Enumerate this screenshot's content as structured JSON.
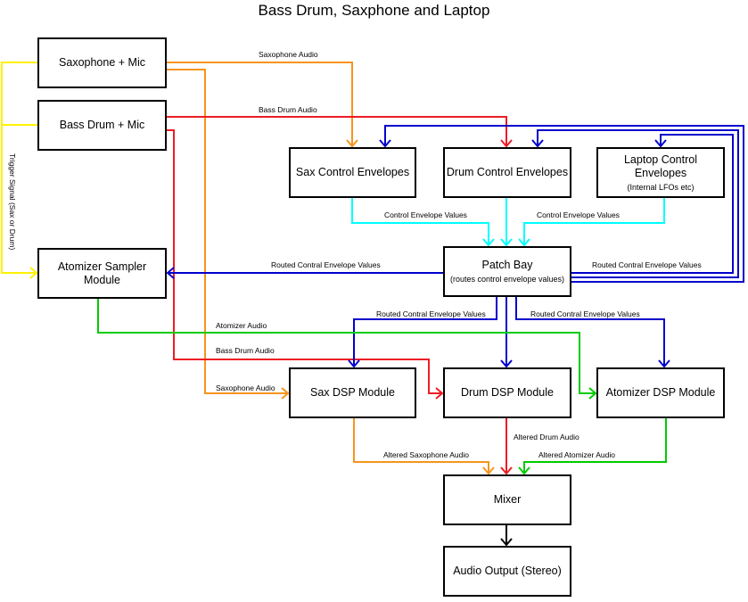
{
  "title": "Bass Drum, Saxphone and Laptop",
  "colors": {
    "sax_audio": "#f7941d",
    "drum_audio": "#ed1c24",
    "trigger": "#fff200",
    "control_values": "#00ffff",
    "routed_control": "#0000cc",
    "atomizer_audio": "#00cc00",
    "output": "#000000"
  },
  "nodes": {
    "sax_mic": {
      "label": "Saxophone + Mic"
    },
    "drum_mic": {
      "label": "Bass Drum + Mic"
    },
    "sax_env": {
      "label": "Sax Control Envelopes"
    },
    "drum_env": {
      "label": "Drum Control Envelopes"
    },
    "laptop_env": {
      "label": "Laptop Control Envelopes",
      "sub": "(Internal LFOs etc)"
    },
    "atomizer_sampler": {
      "label": "Atomizer Sampler\nModule"
    },
    "patch_bay": {
      "label": "Patch Bay",
      "sub": "(routes control envelope values)"
    },
    "sax_dsp": {
      "label": "Sax DSP Module"
    },
    "drum_dsp": {
      "label": "Drum DSP Module"
    },
    "atomizer_dsp": {
      "label": "Atomizer DSP Module"
    },
    "mixer": {
      "label": "Mixer"
    },
    "output": {
      "label": "Audio Output (Stereo)"
    }
  },
  "edge_labels": {
    "sax_audio_top": "Saxophone Audio",
    "drum_audio_top": "Bass Drum Audio",
    "trigger": "Trigger Signal (Sax or Drum)",
    "control_left": "Control Envelope Values",
    "control_right": "Control Envelope Values",
    "routed_left": "Routed Contral Envelope Values",
    "routed_right": "Routed Contral Envelope Values",
    "routed_down_left": "Routed Contral Envelope Values",
    "routed_down_right": "Routed Contral Envelope Values",
    "atomizer_audio": "Atomizer Audio",
    "drum_audio_bottom": "Bass Drum Audio",
    "sax_audio_bottom": "Saxophone Audio",
    "altered_sax": "Altered Saxophone Audio",
    "altered_drum": "Altered Drum Audio",
    "altered_atomizer": "Altered Atomizer Audio"
  }
}
